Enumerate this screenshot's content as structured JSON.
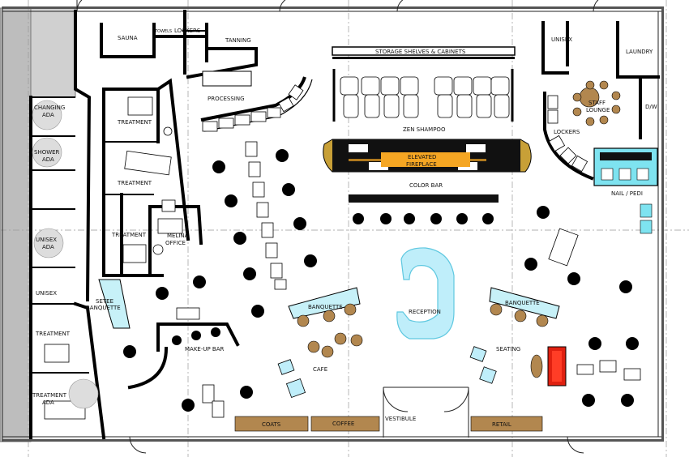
{
  "labels": {
    "sauna": "SAUNA",
    "towels": "TOWELS",
    "lockers_top": "LOCKERS",
    "tanning": "TANNING",
    "storage": "STORAGE SHELVES & CABINETS",
    "unisex_top": "UNISEX",
    "laundry": "LAUNDRY",
    "processing": "PROCESSING",
    "changing": "CHANGING",
    "ada": "ADA",
    "treatment": "TREATMENT",
    "zen_shampoo": "ZEN SHAMPOO",
    "staff_lounge_1": "STAFF",
    "staff_lounge_2": "LOUNGE",
    "dw": "D/W",
    "lockers_right": "LOCKERS",
    "shower": "SHOWER",
    "elevated": "ELEVATED",
    "fireplace": "FIREPLACE",
    "color_bar": "COLOR BAR",
    "nail_pedi": "NAIL / PEDI",
    "unisex_ada_1": "UNISEX",
    "unisex_ada_2": "ADA",
    "melina_1": "MELINA",
    "melina_2": "OFFICE",
    "unisex_left": "UNISEX",
    "setee_1": "SETEE",
    "setee_2": "BANQUETTE",
    "banquette_left": "BANQUETTE",
    "banquette_right": "BANQUETTE",
    "reception": "RECEPTION",
    "make_up_bar": "MAKE-UP BAR",
    "cafe": "CAFE",
    "seating": "SEATING",
    "treatment_ada_1": "TREATMENT",
    "treatment_ada_2": "ADA",
    "coats": "COATS",
    "coffee": "COFFEE",
    "vestibule": "VESTIBULE",
    "retail": "RETAIL"
  },
  "colors": {
    "wall": "#000000",
    "gray_area": "#bdbdbd",
    "reception_fill": "#bfeefa",
    "reception_stroke": "#5fc8e0",
    "banquette_fill": "#c7f1f8",
    "wood": "#b2874f",
    "fireplace_gold": "#c8a037",
    "fireplace_glow": "#f5a623",
    "nail_station": "#7ee3f0",
    "sofa_red": "#e02010"
  }
}
